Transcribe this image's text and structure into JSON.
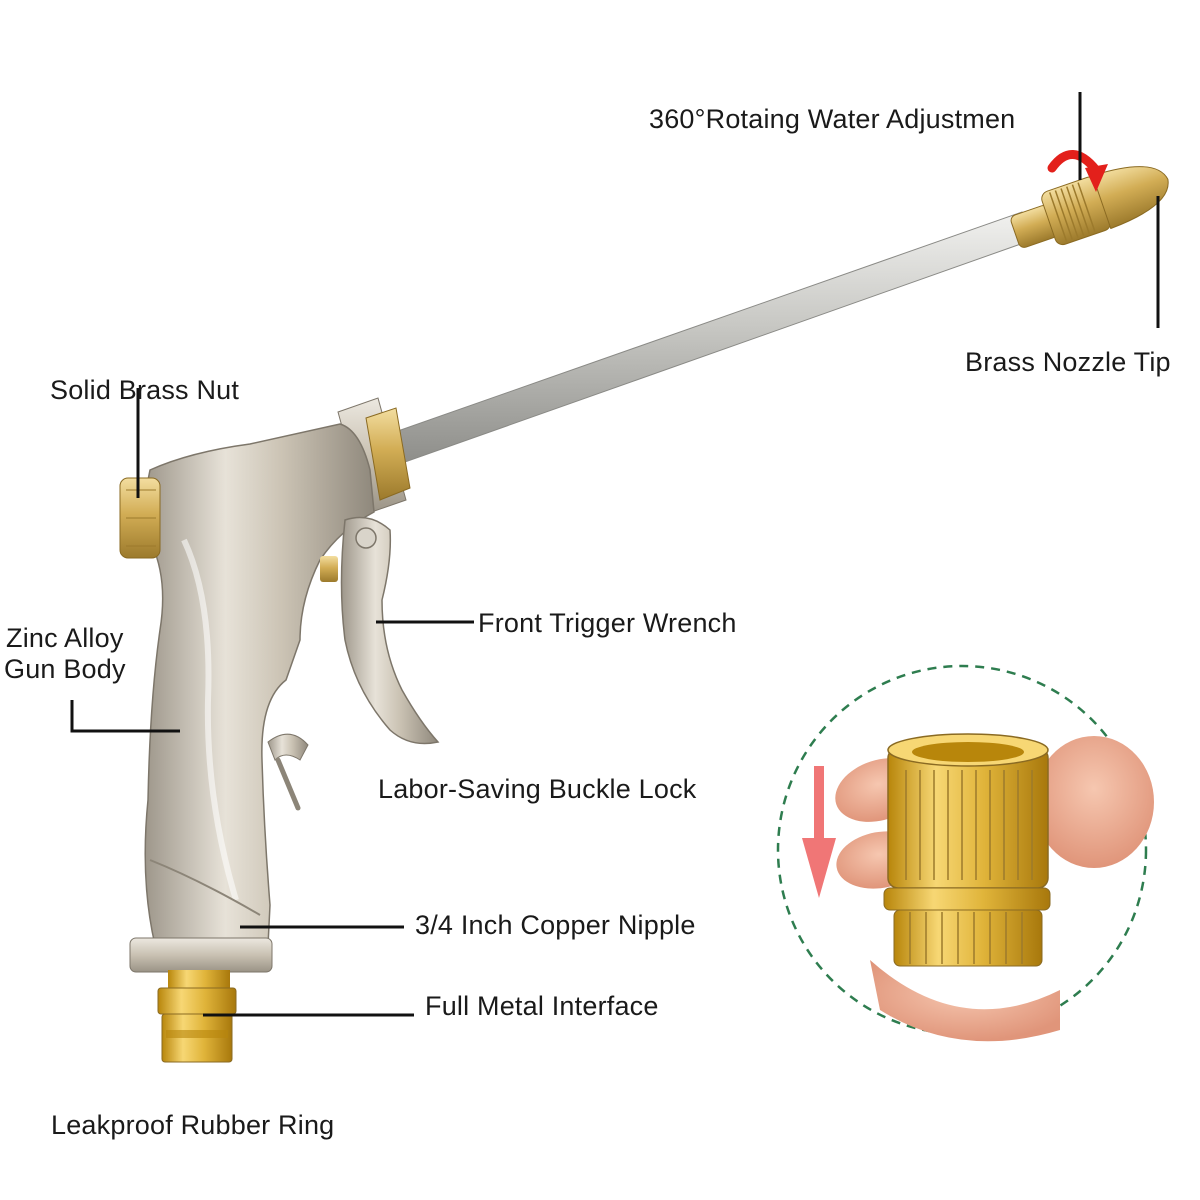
{
  "labels": {
    "adjustment": "360°Rotaing Water Adjustmen",
    "nozzle_tip": "Brass Nozzle Tip",
    "brass_nut": "Solid Brass Nut",
    "gun_body_line1": "Zinc Alloy",
    "gun_body_line2": "Gun Body",
    "trigger": "Front Trigger Wrench",
    "buckle_lock": "Labor-Saving Buckle Lock",
    "copper_nipple": "3/4 Inch Copper Nipple",
    "metal_interface": "Full Metal Interface",
    "rubber_ring": "Leakproof Rubber Ring"
  },
  "colors": {
    "background": "#ffffff",
    "text": "#1a1a1a",
    "leader_line": "#111111",
    "brass": "#d8b560",
    "zinc_alloy": "#cfc6b6",
    "inset_border": "#2e7d4f",
    "arrow": "#f07676",
    "rotation_arrow": "#e3201b"
  }
}
